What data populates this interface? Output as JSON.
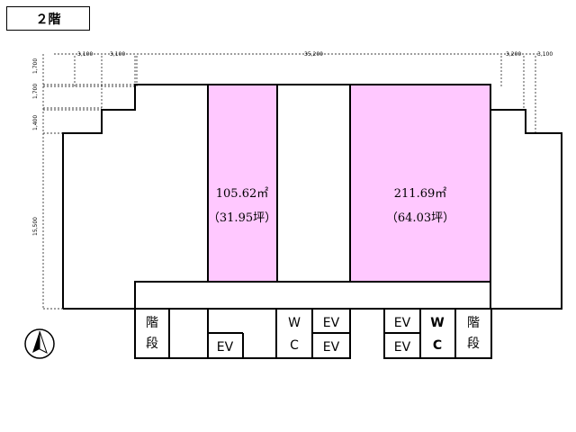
{
  "floor": {
    "label": "２階"
  },
  "dimensions": {
    "top": [
      "3,100",
      "3,100",
      "35,200",
      "3,200",
      "3,100"
    ],
    "left": [
      "1,700",
      "1,700",
      "1,400",
      "15,500"
    ]
  },
  "units": [
    {
      "id": "unit-left",
      "area_m2": "105.62㎡",
      "area_tsubo": "（31.95坪）",
      "color": "#ffc8ff"
    },
    {
      "id": "unit-right",
      "area_m2": "211.69㎡",
      "area_tsubo": "（64.03坪）",
      "color": "#ffc8ff"
    }
  ],
  "core": {
    "stairs_left": [
      "階",
      "段"
    ],
    "ev_1": "EV",
    "wc_1": [
      "W",
      "C"
    ],
    "ev_2": "EV",
    "ev_3": "EV",
    "ev_4": "EV",
    "ev_5": "EV",
    "wc_2": [
      "W",
      "C"
    ],
    "stairs_right": [
      "階",
      "段"
    ]
  },
  "north_arrow": {
    "icon": "north-arrow-icon"
  }
}
